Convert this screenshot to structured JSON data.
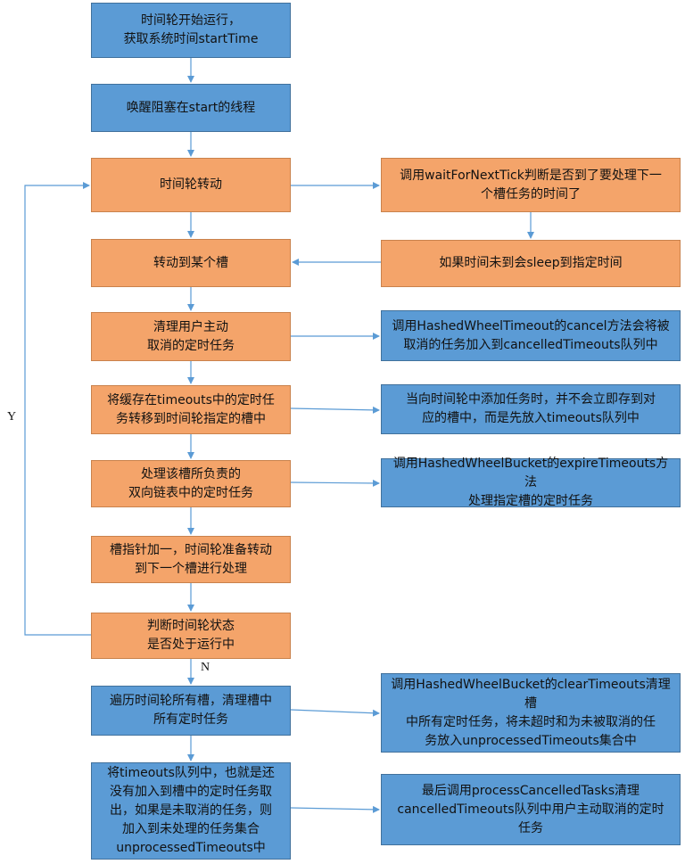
{
  "flowchart": {
    "main": [
      "时间轮开始运行，\n获取系统时间startTime",
      "唤醒阻塞在start的线程",
      "时间轮转动",
      "转动到某个槽",
      "清理用户主动\n取消的定时任务",
      "将缓存在timeouts中的定时任\n务转移到时间轮指定的槽中",
      "处理该槽所负责的\n双向链表中的定时任务",
      "槽指针加一，时间轮准备转动\n到下一个槽进行处理",
      "判断时间轮状态\n是否处于运行中",
      "遍历时间轮所有槽，清理槽中\n所有定时任务",
      "将timeouts队列中，也就是还\n没有加入到槽中的定时任务取\n出，如果是未取消的任务，则\n加入到未处理的任务集合\nunprocessedTimeouts中"
    ],
    "side": [
      "调用waitForNextTick判断是否到了要处理下一\n个槽任务的时间了",
      "如果时间未到会sleep到指定时间",
      "调用HashedWheelTimeout的cancel方法会将被\n取消的任务加入到cancelledTimeouts队列中",
      "当向时间轮中添加任务时，并不会立即存到对\n应的槽中，而是先放入timeouts队列中",
      "调用HashedWheelBucket的expireTimeouts方法\n处理指定槽的定时任务",
      "调用HashedWheelBucket的clearTimeouts清理槽\n中所有定时任务，将未超时和为未被取消的任\n务放入unprocessedTimeouts集合中",
      "最后调用processCancelledTasks清理\ncancelledTimeouts队列中用户主动取消的定时\n任务"
    ],
    "labels": {
      "loop": "Y",
      "exit": "N"
    }
  },
  "colors": {
    "blue": "#5b9bd5",
    "orange": "#f4a46a",
    "line": "#5b9bd5"
  }
}
